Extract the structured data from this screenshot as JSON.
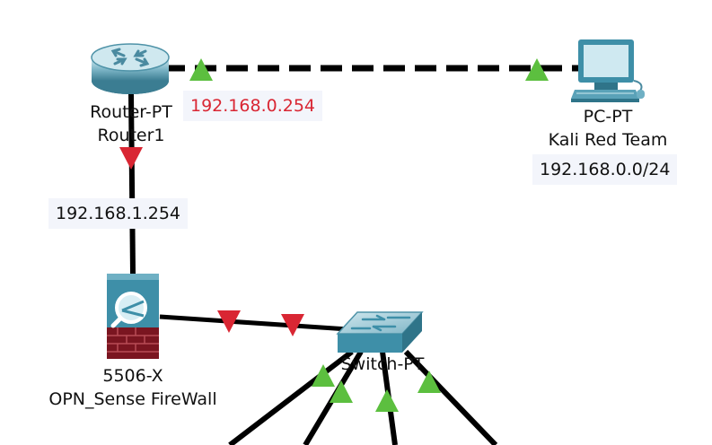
{
  "colors": {
    "link": "#000000",
    "link_up": "#5cbf3f",
    "link_down": "#d92633",
    "label_bg": "#f3f5fb",
    "ip_highlight": "#d92633",
    "device_teal": "#3e8fa8"
  },
  "devices": {
    "router": {
      "icon": "router-icon",
      "model": "Router-PT",
      "name": "Router1"
    },
    "pc": {
      "icon": "pc-icon",
      "model": "PC-PT",
      "name": "Kali Red Team"
    },
    "firewall": {
      "icon": "firewall-icon",
      "model": "5506-X",
      "name": "OPN_Sense FireWall"
    },
    "switch": {
      "icon": "switch-icon",
      "model": "Switch-PT"
    }
  },
  "links": [
    {
      "from": "router",
      "to": "pc",
      "style": "dashed",
      "status": [
        "up",
        "up"
      ]
    },
    {
      "from": "router",
      "to": "firewall",
      "style": "solid",
      "status": [
        "down"
      ]
    },
    {
      "from": "firewall",
      "to": "switch",
      "style": "solid",
      "status": [
        "down",
        "down"
      ]
    },
    {
      "from": "switch",
      "to": "offscreen",
      "style": "solid",
      "status": [
        "up",
        "up",
        "up",
        "up"
      ]
    }
  ],
  "ip_labels": {
    "router_wan": "192.168.0.254",
    "router_lan": "192.168.1.254",
    "pc_net": "192.168.0.0/24"
  }
}
